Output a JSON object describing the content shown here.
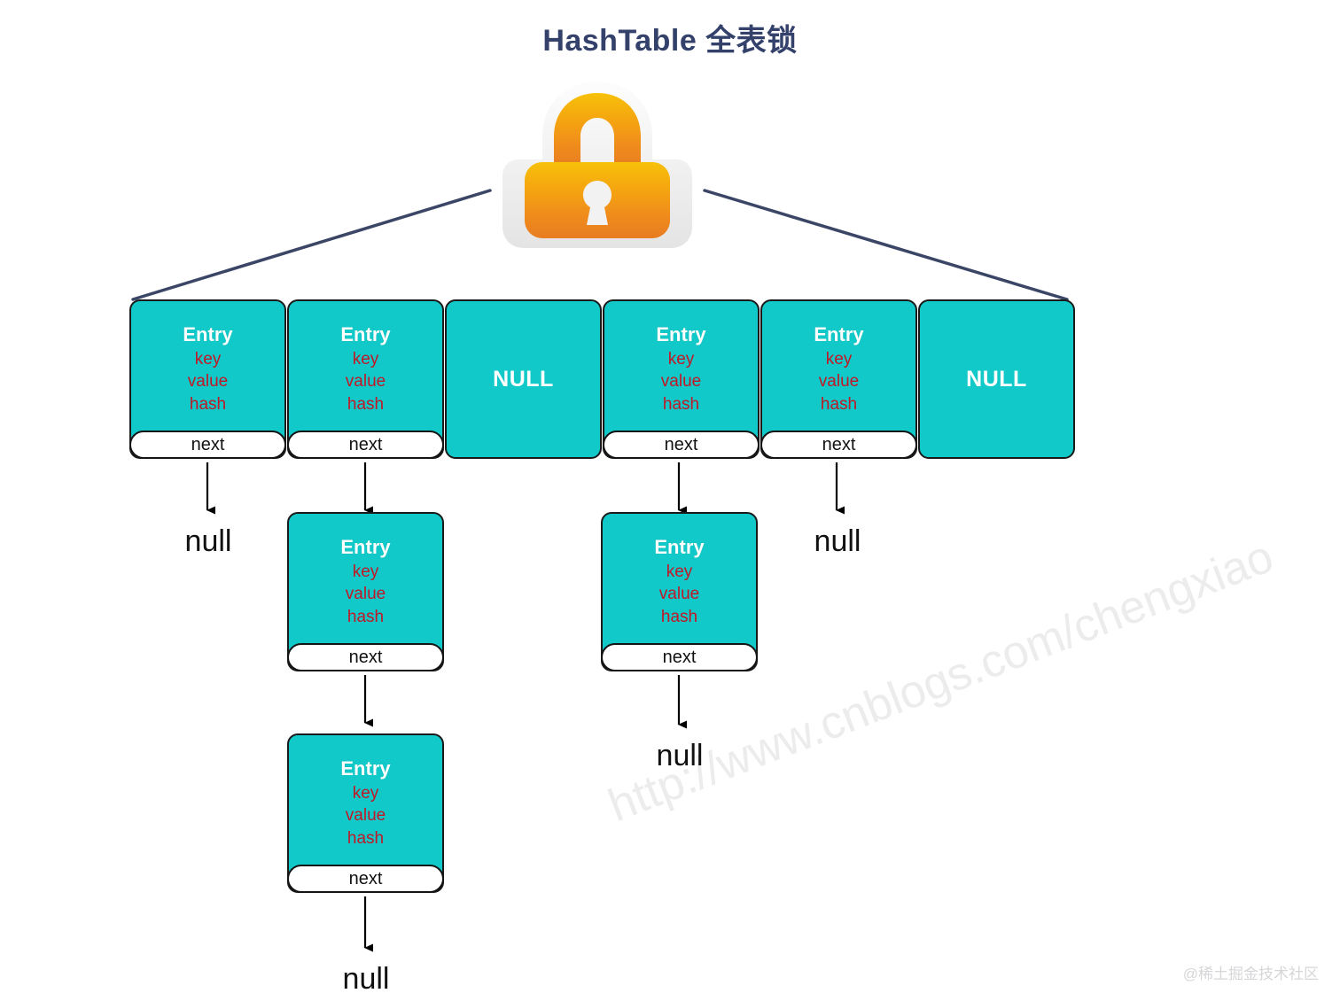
{
  "title": "HashTable 全表锁",
  "colors": {
    "title": "#34416b",
    "cell_fill": "#12c9c9",
    "cell_border": "#1a1a1a",
    "field_text": "#c01826",
    "entry_text": "#ffffff",
    "connector": "#3b4666",
    "lock_top": "#f5b80c",
    "lock_bottom": "#ea8020",
    "arrow": "#000000"
  },
  "lock": {
    "icon": "padlock-icon",
    "label": "lock"
  },
  "labels": {
    "entry": "Entry",
    "key": "key",
    "value": "value",
    "hash": "hash",
    "next": "next",
    "null_upper": "NULL",
    "null_lower": "null"
  },
  "table": {
    "name": "hash-bucket-array",
    "cells": [
      {
        "type": "entry",
        "title": "Entry",
        "fields": [
          "key",
          "value",
          "hash"
        ],
        "next": "next"
      },
      {
        "type": "entry",
        "title": "Entry",
        "fields": [
          "key",
          "value",
          "hash"
        ],
        "next": "next"
      },
      {
        "type": "null",
        "title": "NULL"
      },
      {
        "type": "entry",
        "title": "Entry",
        "fields": [
          "key",
          "value",
          "hash"
        ],
        "next": "next"
      },
      {
        "type": "entry",
        "title": "Entry",
        "fields": [
          "key",
          "value",
          "hash"
        ],
        "next": "next"
      },
      {
        "type": "null",
        "title": "NULL"
      }
    ]
  },
  "chains": {
    "bucket0": {
      "tail": "null"
    },
    "bucket1": {
      "node1": {
        "title": "Entry",
        "fields": [
          "key",
          "value",
          "hash"
        ],
        "next": "next"
      },
      "node2": {
        "title": "Entry",
        "fields": [
          "key",
          "value",
          "hash"
        ],
        "next": "next"
      },
      "tail": "null"
    },
    "bucket3": {
      "node1": {
        "title": "Entry",
        "fields": [
          "key",
          "value",
          "hash"
        ],
        "next": "next"
      },
      "tail": "null"
    },
    "bucket4": {
      "tail": "null"
    }
  },
  "watermarks": {
    "diagonal": "http://www.cnblogs.com/chengxiao",
    "corner": "@稀土掘金技术社区"
  }
}
